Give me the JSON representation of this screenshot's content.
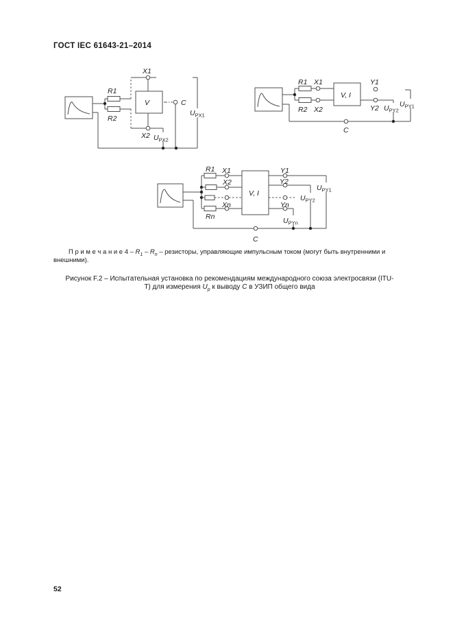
{
  "page": {
    "header": "ГОСТ IEC 61643-21–2014",
    "page_number": "52",
    "note": {
      "label": "П р и м е ч а н и е  4 –",
      "r1_main": "R",
      "r1_sub": "1",
      "range_dash": "– ",
      "rn_main": "R",
      "rn_sub": "n",
      "body": "– резисторы, управляющие импульсным током (могут быть внутренними и внешними)."
    },
    "caption": {
      "line1": "Рисунок F.2 – Испытательная установка по рекомендациям международного союза электросвязи (ITU-",
      "line2_prefix": "Т) для измерения ",
      "u_main": "U",
      "u_sub": "p",
      "line2_mid": " к выводу ",
      "c_term": "С",
      "line2_suffix": " в УЗИП общего вида"
    }
  },
  "diagram1": {
    "r1": "R1",
    "r2": "R2",
    "x1": "X1",
    "x2": "X2",
    "v": "V",
    "c": "C",
    "upx1": {
      "main": "U",
      "sub": "PX1"
    },
    "upx2": {
      "main": "U",
      "sub": "PX2"
    }
  },
  "diagram2": {
    "r1": "R1",
    "r2": "R2",
    "x1": "X1",
    "x2": "X2",
    "vi": "V, I",
    "y1": "Y1",
    "y2": "Y2",
    "c": "C",
    "upy1": {
      "main": "U",
      "sub": "PY1"
    },
    "upy2": {
      "main": "U",
      "sub": "PY2"
    }
  },
  "diagram3": {
    "r1": "R1",
    "rn": "Rn",
    "x1": "X1",
    "x2": "X2",
    "xn": "Xn",
    "vi": "V, I",
    "y1": "Y1",
    "y2": "Y2",
    "yn": "Yn",
    "c": "C",
    "upy1": {
      "main": "U",
      "sub": "PY1"
    },
    "upy2": {
      "main": "U",
      "sub": "PY2"
    },
    "upyn": {
      "main": "U",
      "sub": "PYn"
    }
  }
}
